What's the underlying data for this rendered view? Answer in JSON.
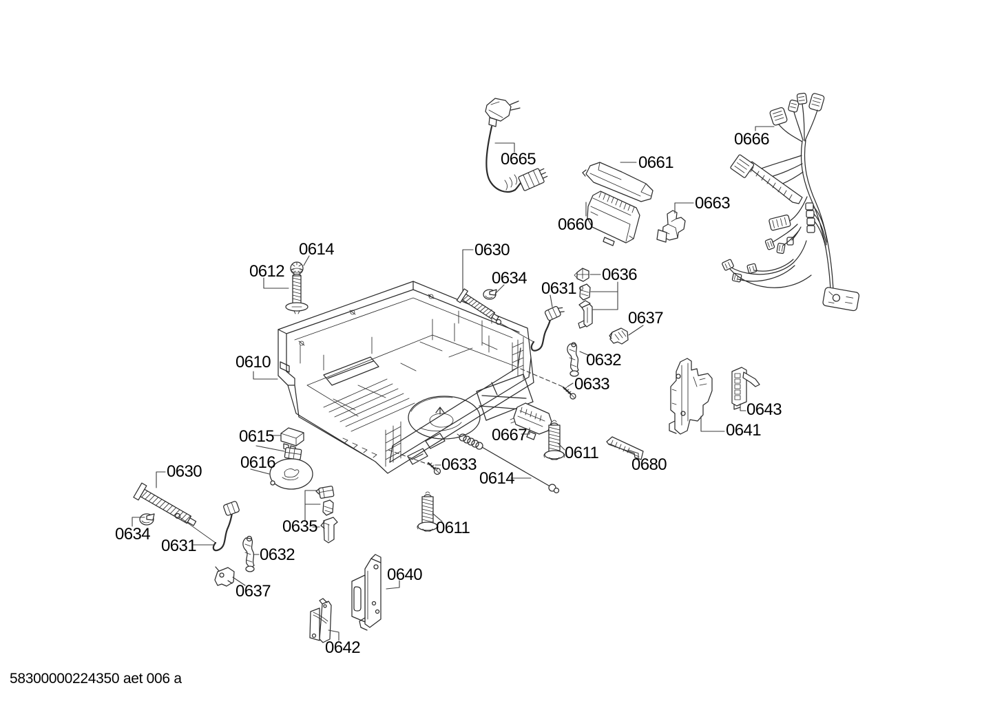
{
  "diagram": {
    "footer_code": "58300000224350 aet 006 a",
    "colors": {
      "background": "#ffffff",
      "ink": "#2b2b2b",
      "label_text": "#000000"
    },
    "callouts": [
      "0666",
      "0665",
      "0661",
      "0663",
      "0660",
      "0614",
      "0612",
      "0630",
      "0634",
      "0631",
      "0636",
      "0637",
      "0632",
      "0633",
      "0610",
      "0643",
      "0641",
      "0667",
      "0611",
      "0680",
      "0615",
      "0616",
      "0633",
      "0614",
      "0630",
      "0634",
      "0631",
      "0635",
      "0632",
      "0611",
      "0637",
      "0640",
      "0642"
    ]
  }
}
